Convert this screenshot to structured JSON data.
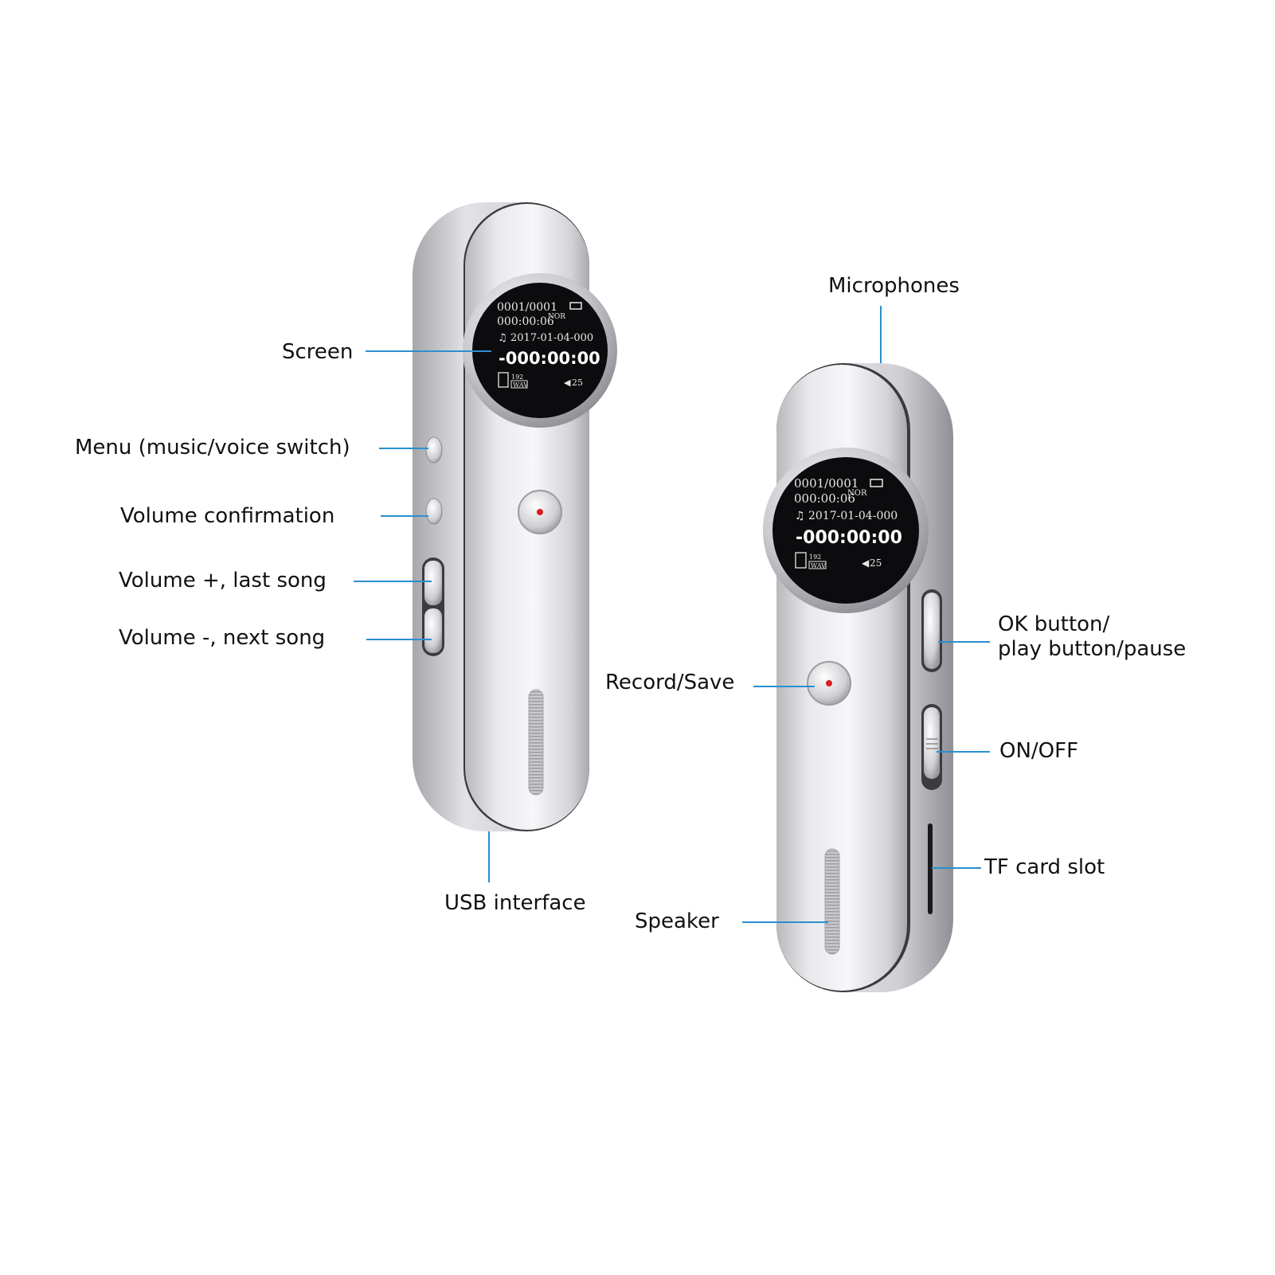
{
  "labels": {
    "screen": "Screen",
    "menu": "Menu (music/voice switch)",
    "volume_confirmation": "Volume confirmation",
    "volume_plus": "Volume +,  last song",
    "volume_minus": "Volume -, next song",
    "usb": "USB interface",
    "microphones": "Microphones",
    "ok_line1": "OK button/",
    "ok_line2": "play button/pause",
    "record": "Record/Save",
    "onoff": "ON/OFF",
    "tf": "TF card slot",
    "speaker": "Speaker"
  },
  "device_screen": {
    "track": "0001/0001",
    "elapsed": "000:00:06",
    "mode": "NOR",
    "filename": "2017-01-04-000",
    "timer": "-000:00:00",
    "format_top": "192",
    "format": "WAV",
    "volume": "25"
  },
  "colors": {
    "callout_line": "#2a8fd0",
    "body_silver": "#d9d9dc",
    "record_dot": "#d42020"
  }
}
